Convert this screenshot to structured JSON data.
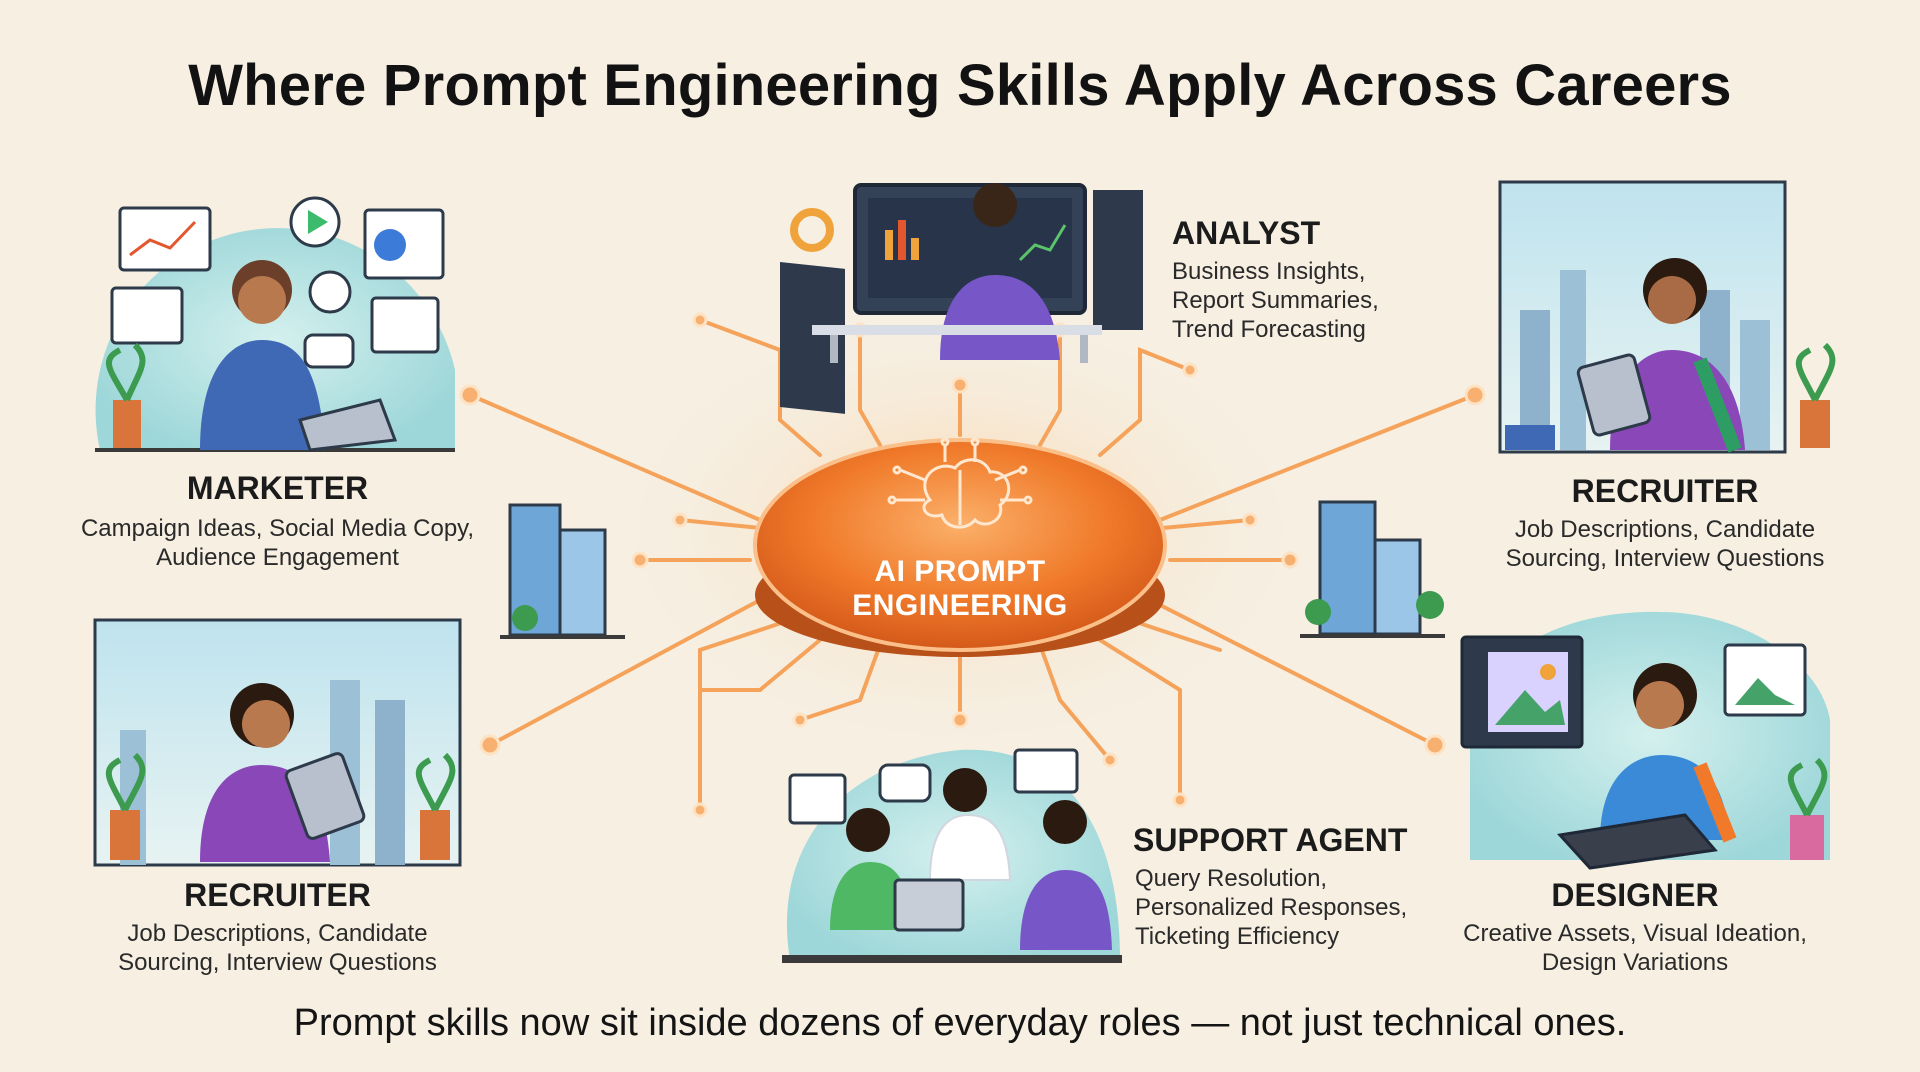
{
  "title": "Where Prompt Engineering Skills Apply Across Careers",
  "caption": "Prompt skills now sit inside dozens of everyday roles — not just technical ones.",
  "hub": {
    "line1": "AI PROMPT",
    "line2": "ENGINEERING",
    "icon": "brain-circuit-icon"
  },
  "colors": {
    "background": "#f6efe2",
    "hub_orange": "#f07a2a",
    "circuit_glow": "#f5a25a",
    "text": "#151515"
  },
  "roles": {
    "marketer": {
      "title": "MARKETER",
      "desc1": "Campaign Ideas, Social Media Copy,",
      "desc2": "Audience Engagement"
    },
    "analyst": {
      "title": "ANALYST",
      "desc1": "Business Insights,",
      "desc2": "Report Summaries,",
      "desc3": "Trend Forecasting"
    },
    "recruiter_right": {
      "title": "RECRUITER",
      "desc1": "Job Descriptions, Candidate",
      "desc2": "Sourcing, Interview Questions"
    },
    "recruiter_left": {
      "title": "RECRUITER",
      "desc1": "Job Descriptions, Candidate",
      "desc2": "Sourcing, Interview Questions"
    },
    "support": {
      "title": "SUPPORT AGENT",
      "desc1": "Query Resolution,",
      "desc2": "Personalized Responses,",
      "desc3": "Ticketing Efficiency"
    },
    "designer": {
      "title": "DESIGNER",
      "desc1": "Creative Assets, Visual Ideation,",
      "desc2": "Design Variations"
    }
  }
}
